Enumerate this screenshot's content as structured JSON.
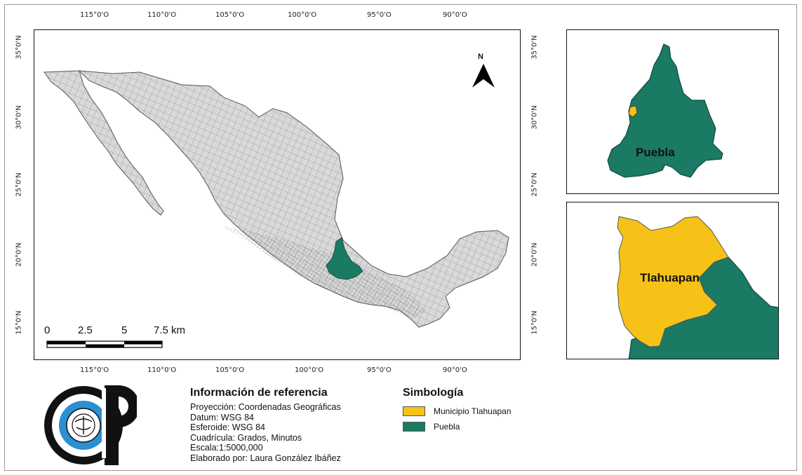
{
  "main_map": {
    "lon_ticks": [
      "115°0'O",
      "110°0'O",
      "105°0'O",
      "100°0'O",
      "95°0'O",
      "90°0'O"
    ],
    "lat_ticks": [
      "35°0'N",
      "30°0'N",
      "25°0'N",
      "20°0'N",
      "15°0'N"
    ],
    "north_label": "N",
    "scale_labels": [
      "0",
      "2.5",
      "5",
      "7.5 km"
    ],
    "country_fill": "#d9d9d9",
    "border_color": "#555555"
  },
  "inset_state": {
    "label": "Puebla",
    "fill": "#1a7a63"
  },
  "inset_municipio": {
    "label": "Tlahuapan",
    "fill": "#f7c217"
  },
  "info": {
    "title": "Información de referencia",
    "lines": [
      "Proyección: Coordenadas Geográficas",
      "Datum: WSG 84",
      "Esferoide: WSG 84",
      "Cuadrícula: Grados, Minutos",
      "Escala:1:5000,000",
      "Elaborado por: Laura González Ibáñez"
    ]
  },
  "legend": {
    "title": "Simbología",
    "items": [
      {
        "label": "Municipio Tlahuapan",
        "color": "#f7c217"
      },
      {
        "label": "Puebla",
        "color": "#1a7a63"
      }
    ]
  },
  "logo": {
    "text": "CP",
    "ring_color": "#111111",
    "inner_color": "#2b8fd1"
  }
}
